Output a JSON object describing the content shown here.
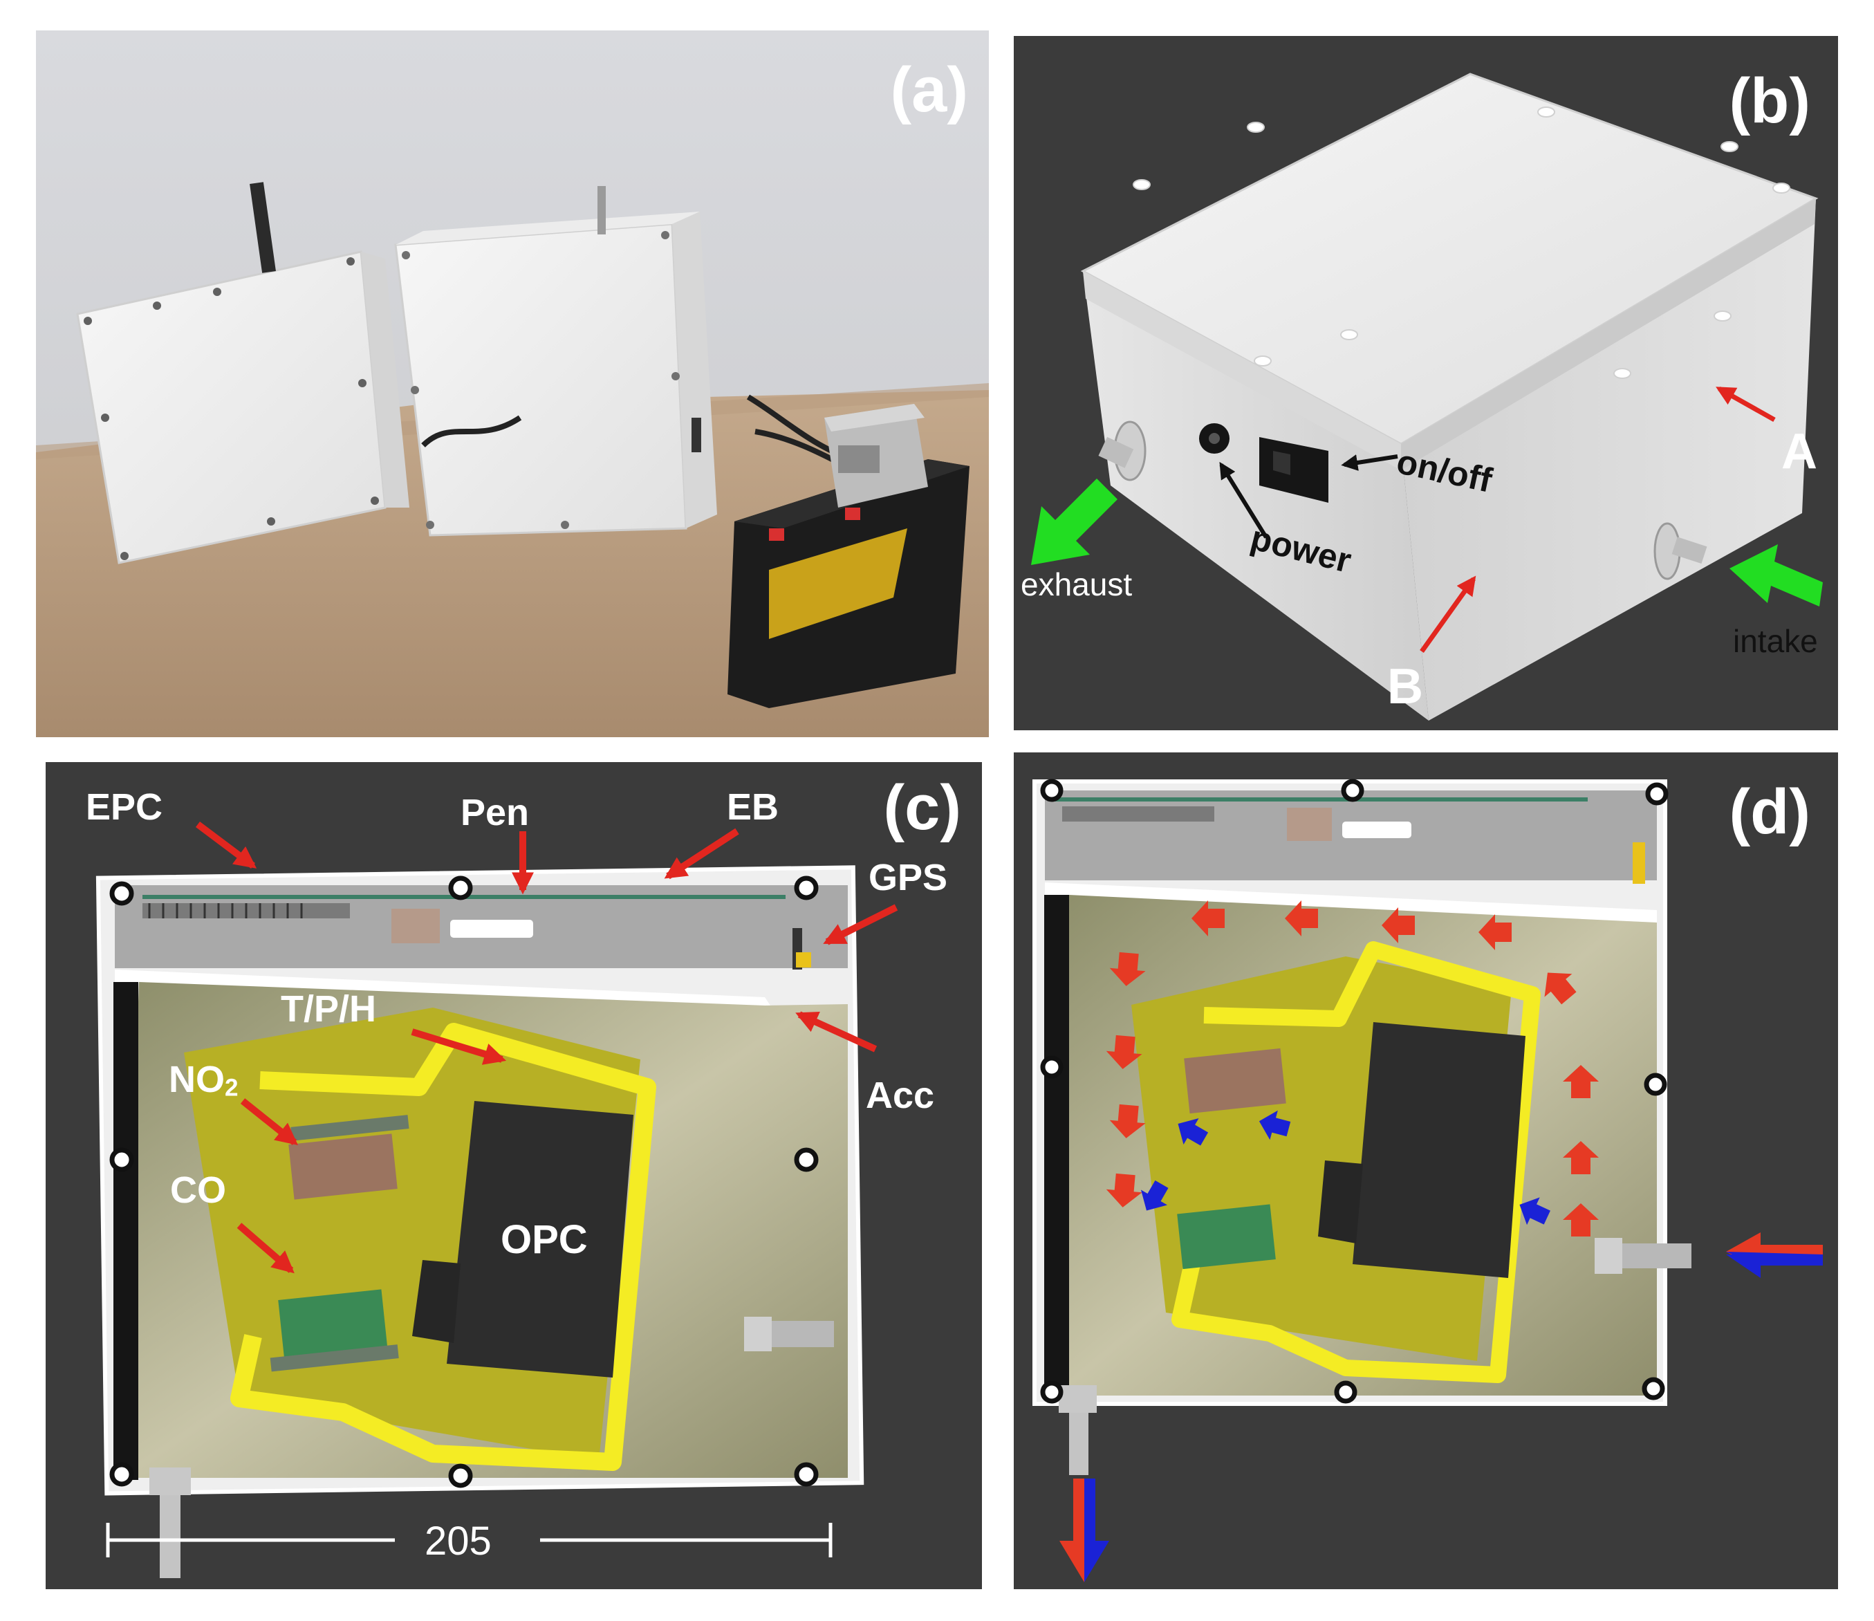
{
  "colors": {
    "dark_bg": "#3b3b3b",
    "enclosure": "#f1f1f1",
    "pcb_yellow": "#b7b025",
    "bracket_yellow": "#f4ec24",
    "red_arrow": "#e2261f",
    "green_arrow": "#22dd22",
    "blue_arrow": "#1a22d6",
    "label_white": "#ffffff"
  },
  "panels": {
    "a": {
      "label": "(a)"
    },
    "b": {
      "label": "(b)",
      "annotations": {
        "on_off": "on/off",
        "power": "power",
        "exhaust": "exhaust",
        "intake": "intake",
        "A": "A",
        "B": "B"
      }
    },
    "c": {
      "label": "(c)",
      "annotations": {
        "EPC": "EPC",
        "Pen": "Pen",
        "EB": "EB",
        "GPS": "GPS",
        "TPH": "T/P/H",
        "Acc": "Acc",
        "NO2_base": "NO",
        "NO2_sub": "2",
        "CO": "CO",
        "OPC": "OPC"
      },
      "dimension": "205"
    },
    "d": {
      "label": "(d)"
    }
  }
}
